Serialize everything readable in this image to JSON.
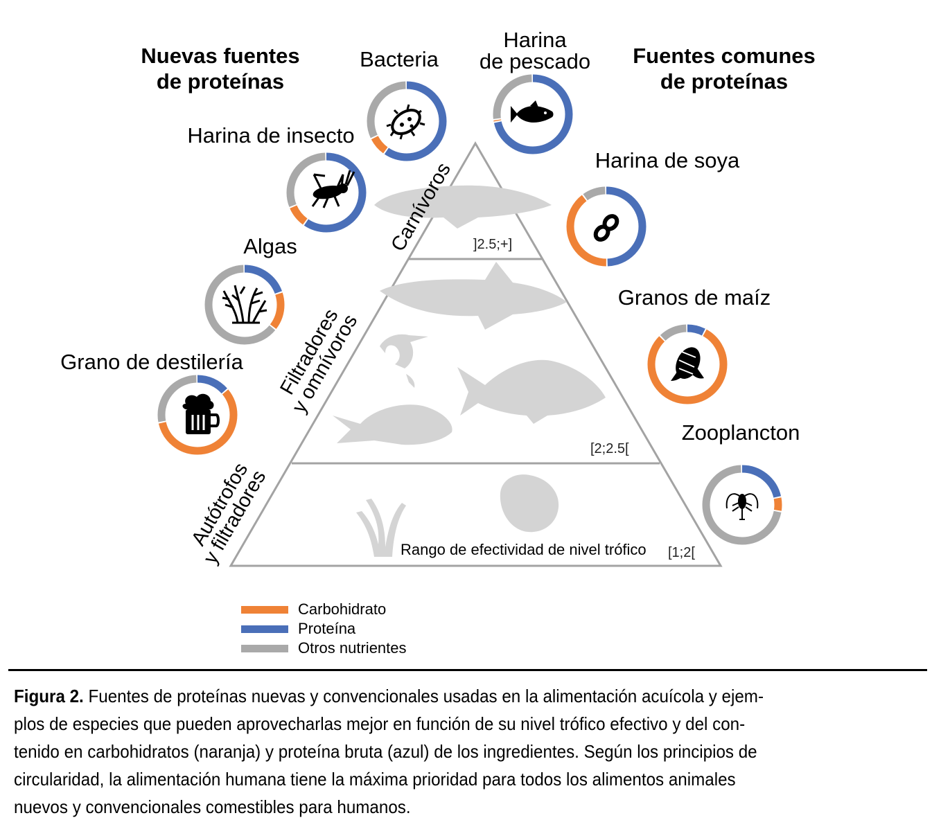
{
  "headers": {
    "new_sources_line1": "Nuevas fuentes",
    "new_sources_line2": "de proteínas",
    "common_sources_line1": "Fuentes comunes",
    "common_sources_line2": "de proteínas"
  },
  "ingredients": {
    "bacteria": "Bacteria",
    "fishmeal_line1": "Harina",
    "fishmeal_line2": "de pescado",
    "insect": "Harina de insecto",
    "soy": "Harina de soya",
    "algae": "Algas",
    "corn": "Granos de maíz",
    "distillery": "Grano de destilería",
    "zooplankton": "Zooplancton"
  },
  "nutrient_shares": {
    "bacteria": {
      "protein": 0.6,
      "carbohydrate": 0.08,
      "other": 0.32
    },
    "fishmeal": {
      "protein": 0.72,
      "carbohydrate": 0.01,
      "other": 0.27
    },
    "insect": {
      "protein": 0.6,
      "carbohydrate": 0.09,
      "other": 0.31
    },
    "soy": {
      "protein": 0.5,
      "carbohydrate": 0.4,
      "other": 0.1
    },
    "algae": {
      "protein": 0.2,
      "carbohydrate": 0.16,
      "other": 0.64
    },
    "corn": {
      "protein": 0.08,
      "carbohydrate": 0.8,
      "other": 0.12
    },
    "distillery": {
      "protein": 0.14,
      "carbohydrate": 0.58,
      "other": 0.28
    },
    "zooplankton": {
      "protein": 0.22,
      "carbohydrate": 0.06,
      "other": 0.72
    }
  },
  "pyramid": {
    "tier_top": "Carnívoros",
    "tier_middle_line1": "Filtradores",
    "tier_middle_line2": "y omnívoros",
    "tier_bottom_line1": "Autótrofos",
    "tier_bottom_line2": "y filtradores",
    "range_top": "]2.5;+]",
    "range_middle": "[2;2.5[",
    "range_bottom": "[1;2[",
    "range_caption": "Rango de efectividad de nivel trófico"
  },
  "legend": {
    "carbohydrate": "Carbohidrato",
    "protein": "Proteína",
    "other": "Otros nutrientes"
  },
  "colors": {
    "carbohydrate": "#ef8236",
    "protein": "#4a6fb8",
    "other": "#a9a9a9",
    "silhouette": "#d4d4d4",
    "pyramid_line": "#a3a3a3"
  },
  "caption": {
    "label": "Figura 2.",
    "line1": "Fuentes de proteínas nuevas y convencionales usadas en la alimentación acuícola y ejem-",
    "line2": "plos de especies que pueden aprovecharlas mejor en función de su nivel trófico efectivo y del con-",
    "line3": "tenido en carbohidratos (naranja) y proteína bruta (azul) de los ingredientes. Según los principios de",
    "line4": "circularidad, la alimentación humana tiene la máxima prioridad para todos los alimentos animales",
    "line5": "nuevos y convencionales comestibles para humanos."
  },
  "icons": [
    "bacteria-icon",
    "fish-icon",
    "cricket-icon",
    "soybean-icon",
    "seaweed-icon",
    "corn-icon",
    "beer-mug-icon",
    "zooplankton-icon"
  ]
}
